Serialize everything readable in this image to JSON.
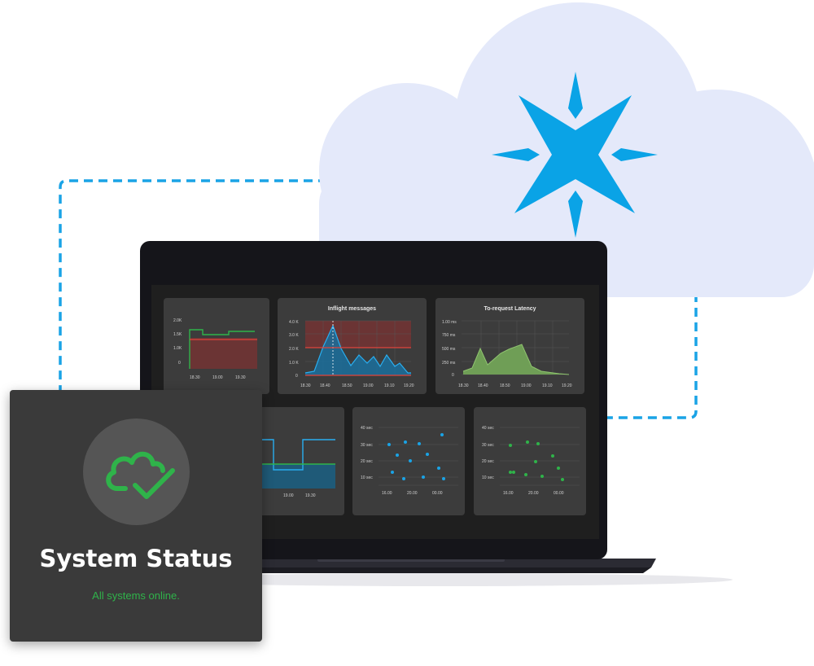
{
  "status_card": {
    "title": "System Status",
    "subtitle": "All systems online.",
    "icon": "cloud-check-icon"
  },
  "cloud": {
    "icon": "compass-star-icon",
    "color": "#0aa3e6",
    "fill": "#e4e9fa"
  },
  "colors": {
    "green": "#2fb34a",
    "blue": "#1aa3e6",
    "red": "#e0443c",
    "panel": "#3c3c3c"
  },
  "dashboard": {
    "panel1": {
      "y_ticks": [
        "2.0K",
        "1.5K",
        "1.0K",
        "0"
      ],
      "x_ticks": [
        "18.30",
        "19.00",
        "19.30"
      ]
    },
    "inflight": {
      "title": "Inflight messages",
      "y_ticks": [
        "4.0 K",
        "3.0 K",
        "2.0 K",
        "1.0 K",
        "0"
      ],
      "x_ticks": [
        "18.30",
        "18.40",
        "18.50",
        "19.00",
        "19.10",
        "19.20"
      ]
    },
    "latency": {
      "title": "To-request Latency",
      "y_ticks": [
        "1.00 ms",
        "750 ms",
        "500 ms",
        "250 ms",
        "0"
      ],
      "x_ticks": [
        "18.30",
        "18.40",
        "18.50",
        "19.00",
        "19.10",
        "19.20"
      ]
    },
    "panel4": {
      "x_ticks": [
        "19.00",
        "19.30"
      ]
    },
    "scatter_blue": {
      "y_ticks": [
        "40 sec",
        "30 sec",
        "20 sec",
        "10 sec"
      ],
      "x_ticks": [
        "16.00",
        "20.00",
        "00.00"
      ]
    },
    "scatter_green": {
      "y_ticks": [
        "40 sec",
        "30 sec",
        "20 sec",
        "10 sec"
      ],
      "x_ticks": [
        "16.00",
        "20.00",
        "00.00"
      ]
    }
  }
}
